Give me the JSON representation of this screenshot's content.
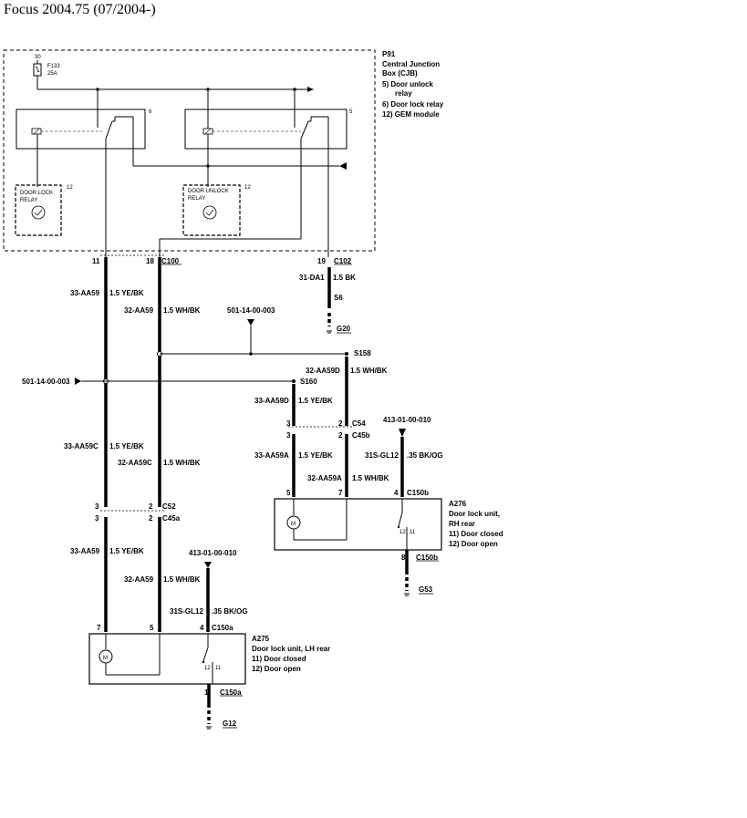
{
  "title": "Focus 2004.75 (07/2004-)",
  "cjb": {
    "id": "P91",
    "name_line1": "Central Junction",
    "name_line2": "Box (CJB)",
    "item5_a": "5)   Door unlock",
    "item5_b": "relay",
    "item6": "6)   Door lock relay",
    "item12": "12) GEM module",
    "fuse_circuit": "30",
    "fuse_id": "F133",
    "fuse_rating": "25A",
    "relay_left_num": "6",
    "relay_right_num": "5",
    "lock_relay_label1": "DOOR LOCK",
    "lock_relay_label2": "RELAY",
    "lock_relay_num": "12",
    "unlock_relay_label1": "DOOR UNLOCK",
    "unlock_relay_label2": "RELAY",
    "unlock_relay_num": "12"
  },
  "connectors": {
    "c100": "C100",
    "c100_pin_a": "11",
    "c100_pin_b": "18",
    "c102": "C102",
    "c102_pin": "19",
    "c52": "C52",
    "c45a": "C45a",
    "c52_pin_a": "3",
    "c52_pin_b": "2",
    "c45a_pin_a": "3",
    "c45a_pin_b": "2",
    "c54": "C54",
    "c45b": "C45b",
    "c54_pin_a": "3",
    "c54_pin_b": "2",
    "c45b_pin_a": "3",
    "c45b_pin_b": "2",
    "c150a_top": "C150a",
    "c150a_pin_m1": "7",
    "c150a_pin_m2": "5",
    "c150a_pin_sw": "4",
    "c150a_bottom": "C150a",
    "c150a_bottom_pin": "1",
    "c150b_top": "C150b",
    "c150b_pin_m1": "5",
    "c150b_pin_m2": "7",
    "c150b_pin_sw": "4",
    "c150b_bottom": "C150b",
    "c150b_bottom_pin": "8"
  },
  "wires": {
    "w1_code": "33-AA59",
    "w1_spec": "1.5 YE/BK",
    "w2_code": "32-AA59",
    "w2_spec": "1.5 WH/BK",
    "w3_code": "31-DA1",
    "w3_spec": "1.5 BK",
    "w4_code": "33-AA59C",
    "w4_spec": "1.5 YE/BK",
    "w5_code": "32-AA59C",
    "w5_spec": "1.5 WH/BK",
    "w6_code": "33-AA59",
    "w6_spec": "1.5 YE/BK",
    "w7_code": "32-AA59",
    "w7_spec": "1.5 WH/BK",
    "w8_code": "31S-GL12",
    "w8_spec": ".35 BK/OG",
    "w9_code": "32-AA59D",
    "w9_spec": "1.5 WH/BK",
    "w10_code": "33-AA59D",
    "w10_spec": "1.5 YE/BK",
    "w11_code": "33-AA59A",
    "w11_spec": "1.5 YE/BK",
    "w12_code": "32-AA59A",
    "w12_spec": "1.5 WH/BK",
    "w13_code": "31S-GL12",
    "w13_spec": ".35 BK/OG"
  },
  "splices": {
    "s6": "S6",
    "s158": "S158",
    "s160": "S160"
  },
  "grounds": {
    "g20": "G20",
    "g12": "G12",
    "g53": "G53"
  },
  "refs": {
    "ref_top": "501-14-00-003",
    "ref_left": "501-14-00-003",
    "ref_lh": "413-01-00-010",
    "ref_rh": "413-01-00-010"
  },
  "a275": {
    "id": "A275",
    "name": "Door lock unit, LH rear",
    "item11": "11)  Door closed",
    "item12": "12)  Door open",
    "motor": "M",
    "sw_a": "12",
    "sw_b": "11"
  },
  "a276": {
    "id": "A276",
    "name1": "Door lock unit,",
    "name2": "RH rear",
    "item11": "11)  Door closed",
    "item12": "12)  Door open",
    "motor": "M",
    "sw_a": "12",
    "sw_b": "11"
  }
}
